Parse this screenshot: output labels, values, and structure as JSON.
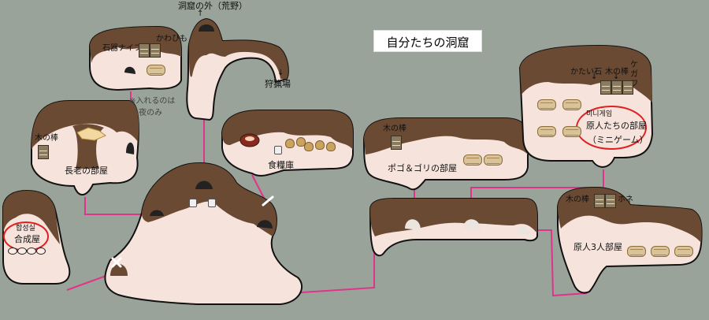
{
  "map": {
    "title": "自分たちの洞窟",
    "exits": {
      "outside": "洞窟の外（荒野）",
      "outside_arrow": "↑",
      "hunting": "狩猟場",
      "hunting_arrow": "↓"
    },
    "note": {
      "line1": "※入れるのは",
      "line2": "夜のみ"
    },
    "rooms": {
      "elder": "長老の部屋",
      "food": "食糧庫",
      "pogo": "ポゴ＆ゴリの部屋",
      "genjin3": "原人3人部屋",
      "crafting": "合成屋",
      "crafting_korean": "합성실",
      "minigame_room": "原人たちの部屋",
      "minigame": "（ミニゲーム）",
      "minigame_korean": "미니게임"
    },
    "items": {
      "stone_knife": "石器ナイフ",
      "vine": "かわひも",
      "wood_elder": "木の棒",
      "wood_pogo": "木の棒",
      "hard_stone": "かたい石",
      "wood_minigame": "木の棒",
      "kegawa_1": "ケ",
      "kegawa_2": "ガ",
      "kegawa_3": "ワ",
      "wood_3": "木の棒",
      "bone": "ホネ"
    },
    "arrows": {
      "down": "↓"
    },
    "colors": {
      "background": "#9aa39a",
      "floor": "#f6e3dc",
      "rock": "#6b4a33",
      "outline": "#111111",
      "path": "#e0338a",
      "highlight": "#e02020"
    }
  }
}
